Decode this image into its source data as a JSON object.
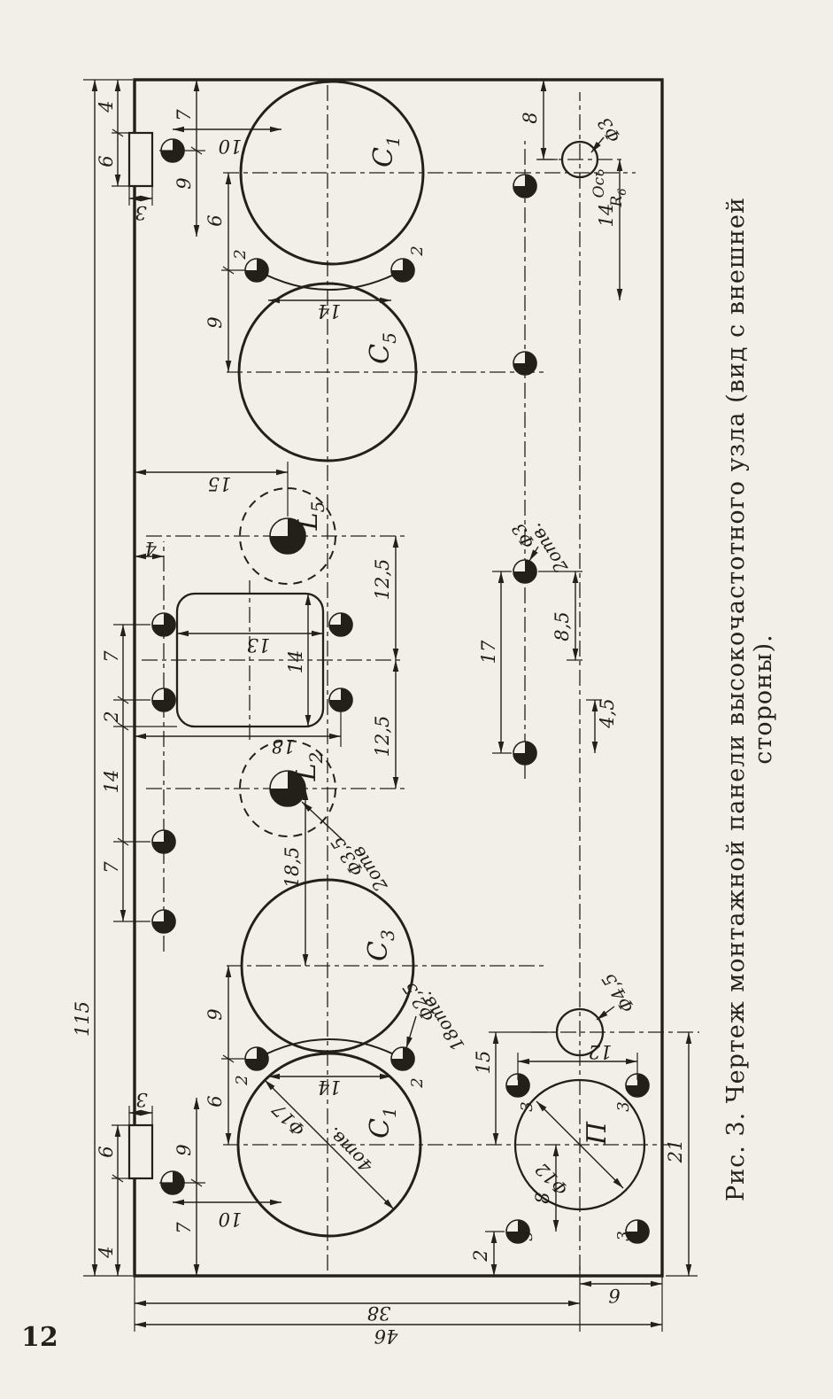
{
  "page_number": "12",
  "caption": "Рис. 3. Чертеж монтажной панели высокочастотного узла (вид с внешней стороны).",
  "components": {
    "c1_right": {
      "name": "C",
      "sub": "1"
    },
    "c5": {
      "name": "C",
      "sub": "5"
    },
    "c3": {
      "name": "C",
      "sub": "3"
    },
    "c1_left": {
      "name": "C",
      "sub": "1"
    },
    "l5": {
      "name": "L",
      "sub": "5"
    },
    "l2": {
      "name": "L",
      "sub": "2"
    },
    "socket": "П",
    "axis_label": "Ось",
    "axis_ref": {
      "name": "R",
      "sub": "6"
    }
  },
  "callouts": {
    "phi17": "Ф17",
    "phi17_holes": "4отв.",
    "phi25": "Ф2,5",
    "phi25_holes": "18отв.",
    "phi35": "Ф3,5",
    "phi35_holes": "2отв",
    "phi3_pair": "Ф3",
    "phi3_pair_holes": "2отв.",
    "phi3": "Ф3",
    "phi12": "Ф12",
    "phi45": "Ф4,5"
  },
  "dims": {
    "overall_width": "115",
    "height_to_axis": "38",
    "overall_height": "46",
    "socket_hole_offset": "21",
    "slot_right": {
      "d4": "4",
      "d6": "6",
      "d3": "3",
      "d7": "7",
      "d9": "9",
      "d10": "10"
    },
    "slot_left": {
      "d4": "4",
      "d6": "6",
      "d3": "3",
      "d7": "7",
      "d9": "9",
      "d10": "10"
    },
    "top_chain": {
      "d7a": "7",
      "d14": "14",
      "d2": "2",
      "d7b": "7",
      "d4": "4"
    },
    "square": {
      "d13": "13",
      "d14": "14",
      "d18": "18"
    },
    "coil": {
      "d15": "15",
      "d125r": "12,5",
      "d125l": "12,5",
      "d185": "18,5"
    },
    "pair_right": {
      "d14": "14",
      "d9": "9",
      "d6": "6",
      "d2a": "2",
      "d2b": "2"
    },
    "pair_left": {
      "d14": "14",
      "d9": "9",
      "d6": "6",
      "d2a": "2",
      "d2b": "2"
    },
    "hole_row": {
      "d17": "17",
      "d85": "8,5",
      "d45": "4,5"
    },
    "phi3_group": {
      "d8": "8",
      "d14": "14"
    },
    "socket": {
      "d15": "15",
      "d12": "12",
      "d8": "8",
      "d2": "2",
      "d6": "6",
      "h1": "3",
      "h2": "3",
      "h3": "3",
      "h4": "3"
    }
  }
}
